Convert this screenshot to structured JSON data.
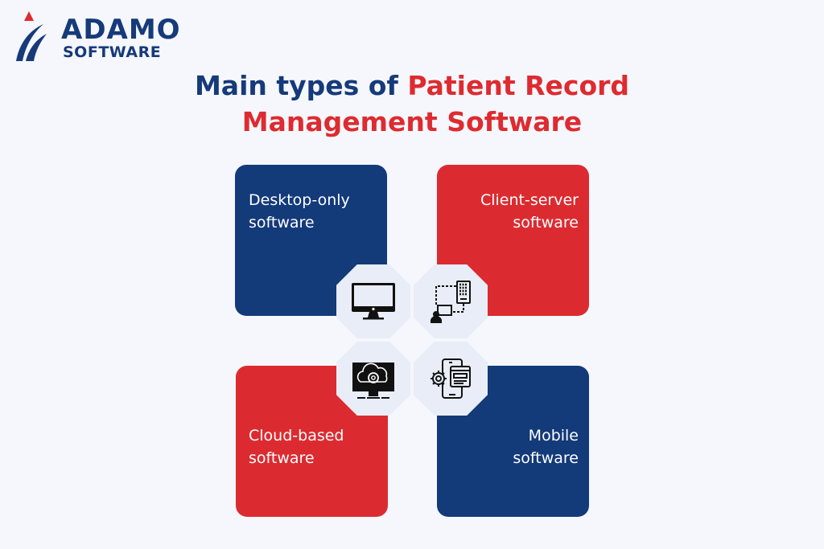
{
  "logo": {
    "line1": "ADAMO",
    "line2": "SOFTWARE",
    "colors": {
      "blue": "#163a7a",
      "red": "#de2b30"
    }
  },
  "title": {
    "part1": "Main types of ",
    "part2": "Patient Record",
    "line2": "Management Software"
  },
  "cards": [
    {
      "label": "Desktop-only\nsoftware",
      "color": "#133a79",
      "icon": "desktop-monitor-icon"
    },
    {
      "label": "Client-server\nsoftware",
      "color": "#dc2b30",
      "icon": "client-server-icon"
    },
    {
      "label": "Cloud-based\nsoftware",
      "color": "#dc2b30",
      "icon": "cloud-settings-monitor-icon"
    },
    {
      "label": "Mobile\nsoftware",
      "color": "#133a79",
      "icon": "mobile-app-settings-icon"
    }
  ]
}
